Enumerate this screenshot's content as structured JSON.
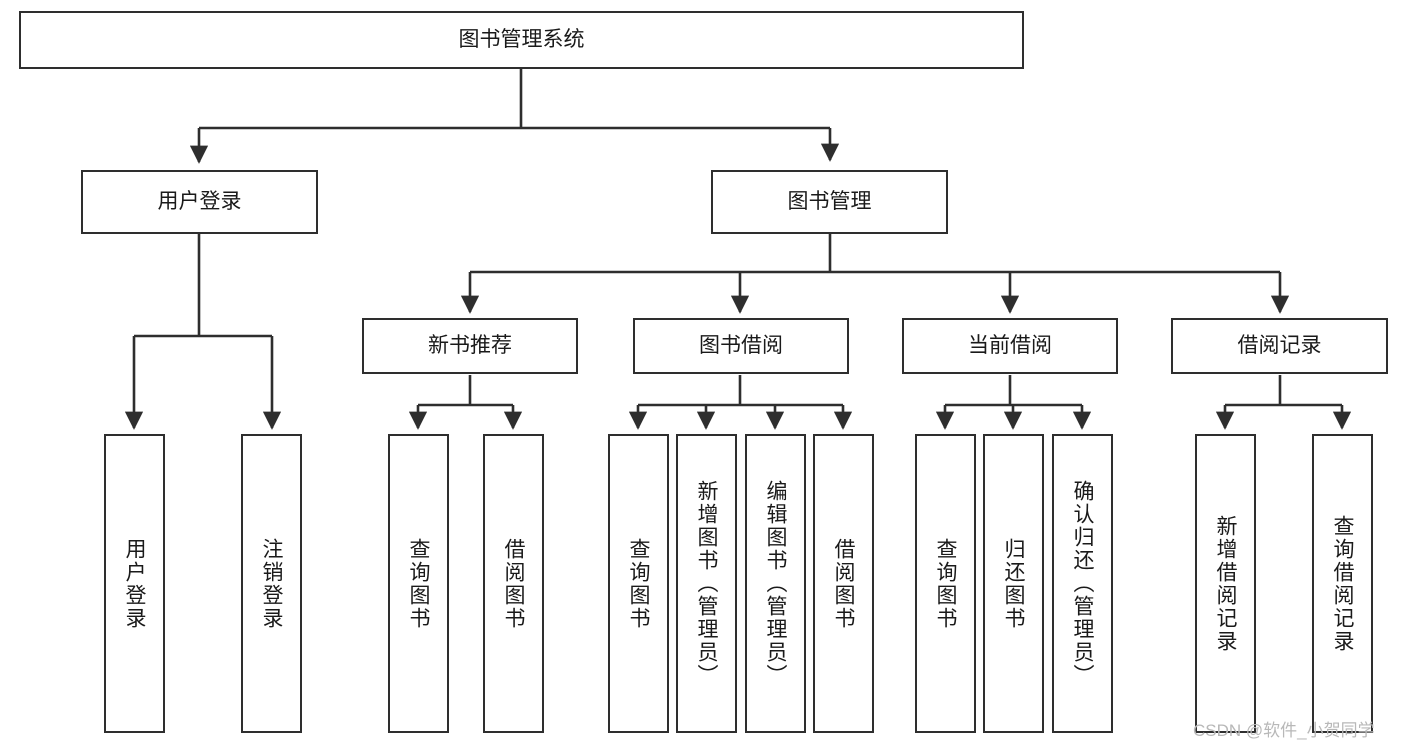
{
  "diagram": {
    "title": "图书管理系统",
    "type": "tree-hierarchy",
    "levels": 4,
    "colors": {
      "box_border": "#2e2e2e",
      "box_fill": "#ffffff",
      "connector": "#2e2e2e",
      "text": "#1a1a1a",
      "background": "#ffffff",
      "watermark": "#b8b8b8"
    },
    "root": {
      "id": "root",
      "label": "图书管理系统",
      "orientation": "horizontal"
    },
    "level2": [
      {
        "id": "user-login",
        "label": "用户登录",
        "orientation": "horizontal"
      },
      {
        "id": "book-manage",
        "label": "图书管理",
        "orientation": "horizontal"
      }
    ],
    "level3": [
      {
        "id": "new-book-recommend",
        "label": "新书推荐",
        "orientation": "horizontal",
        "parent": "book-manage"
      },
      {
        "id": "book-borrow",
        "label": "图书借阅",
        "orientation": "horizontal",
        "parent": "book-manage"
      },
      {
        "id": "current-borrow",
        "label": "当前借阅",
        "orientation": "horizontal",
        "parent": "book-manage"
      },
      {
        "id": "borrow-record",
        "label": "借阅记录",
        "orientation": "horizontal",
        "parent": "book-manage"
      }
    ],
    "leaves": [
      {
        "id": "leaf-user-login",
        "label": "用户登录",
        "parent": "user-login"
      },
      {
        "id": "leaf-logout-login",
        "label": "注销登录",
        "parent": "user-login"
      },
      {
        "id": "leaf-query-book-1",
        "label": "查询图书",
        "parent": "new-book-recommend"
      },
      {
        "id": "leaf-borrow-book-1",
        "label": "借阅图书",
        "parent": "new-book-recommend"
      },
      {
        "id": "leaf-query-book-2",
        "label": "查询图书",
        "parent": "book-borrow"
      },
      {
        "id": "leaf-add-book",
        "label": "新增图书（管理员）",
        "parent": "book-borrow"
      },
      {
        "id": "leaf-edit-book",
        "label": "编辑图书（管理员）",
        "parent": "book-borrow"
      },
      {
        "id": "leaf-borrow-book-2",
        "label": "借阅图书",
        "parent": "book-borrow"
      },
      {
        "id": "leaf-query-book-3",
        "label": "查询图书",
        "parent": "current-borrow"
      },
      {
        "id": "leaf-return-book",
        "label": "归还图书",
        "parent": "current-borrow"
      },
      {
        "id": "leaf-confirm-return",
        "label": "确认归还（管理员）",
        "parent": "current-borrow"
      },
      {
        "id": "leaf-add-record",
        "label": "新增借阅记录",
        "parent": "borrow-record"
      },
      {
        "id": "leaf-query-record",
        "label": "查询借阅记录",
        "parent": "borrow-record"
      }
    ]
  },
  "watermark": {
    "text": "CSDN @软件_小贺同学"
  }
}
